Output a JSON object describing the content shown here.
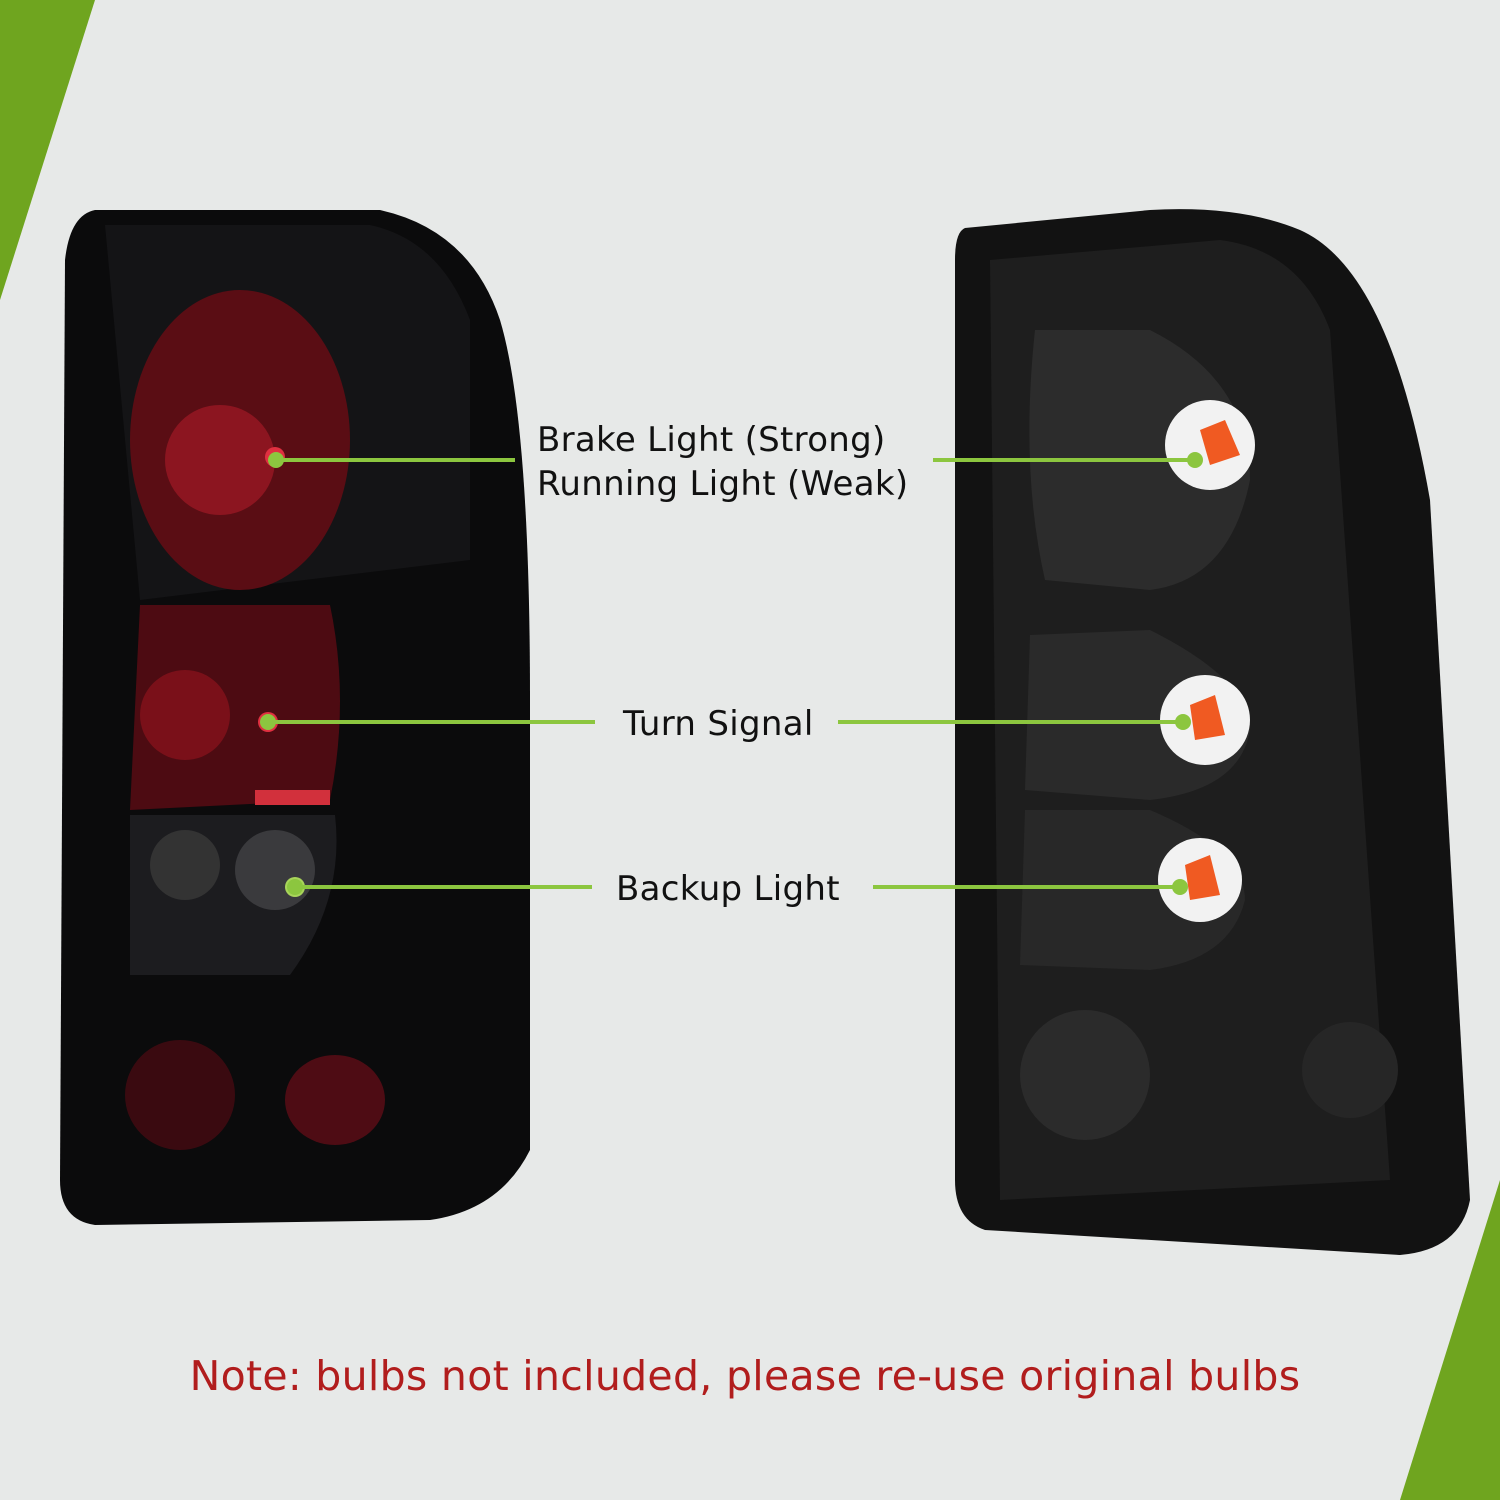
{
  "colors": {
    "background": "#e7e9e8",
    "accent_green": "#6fa51f",
    "leader_line": "#8cc63f",
    "note_red": "#b11d1d"
  },
  "callouts": [
    {
      "line1": "Brake Light (Strong)",
      "line2": "Running Light (Weak)"
    },
    {
      "line1": "Turn Signal"
    },
    {
      "line1": "Backup Light"
    }
  ],
  "note": "Note: bulbs not included, please re-use original bulbs"
}
